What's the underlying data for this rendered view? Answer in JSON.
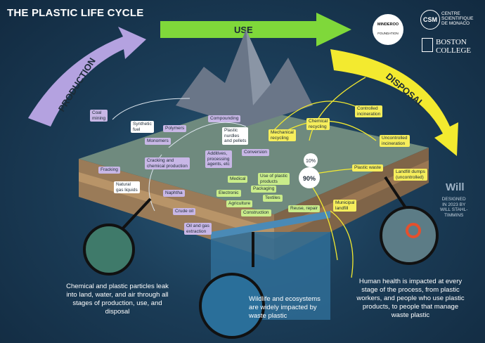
{
  "title": "THE PLASTIC LIFE CYCLE",
  "stages": {
    "production": "PRODUCTION",
    "use": "USE",
    "disposal": "DISPOSAL"
  },
  "production_labels": {
    "coal_mining": "Coal\nmining",
    "synthetic_fuel": "Synthetic\nfuel",
    "polymers": "Polymers",
    "monomers": "Monomers",
    "compounding": "Compounding",
    "additives": "Additives,\nprocessing\nagents, etc",
    "cracking": "Cracking and\nchemical production",
    "fracking": "Fracking",
    "natural_gas": "Natural\ngas liquids",
    "naphtha": "Naphtha",
    "crude_oil": "Crude oil",
    "oil_gas": "Oil and gas\nextraction",
    "nurdles": "Plastic\nnurdles\nand pellets"
  },
  "use_labels": {
    "conversion": "Conversion",
    "medical": "Medical",
    "use_of_plastic": "Use of plastic\nproducts",
    "electronic": "Electronic",
    "packaging": "Packaging",
    "textiles": "Textiles",
    "agriculture": "Agriculture",
    "construction": "Construction",
    "reuse": "Reuse, repair"
  },
  "disposal_labels": {
    "mechanical": "Mechanical\nrecycling",
    "chemical": "Chemical\nrecycling",
    "controlled": "Controlled\nincineration",
    "uncontrolled": "Uncontrolled\nincineration",
    "plastic_waste": "Plastic waste",
    "landfill_dumps": "Landfill dumps\n(uncontrolled)",
    "municipal": "Municipal\nlandfill",
    "pct_10": "10%",
    "pct_90": "90%"
  },
  "captions": {
    "left": "Chemical and plastic particles leak\ninto land, water, and air through all\nstages of production, use, and\ndisposal",
    "middle": "Wildlife and ecosystems\nare widely impacted by\nwaste plastic",
    "right": "Human health is impacted at every\nstage of the process, from plastic\nworkers, and people who use plastic\nproducts, to people that manage\nwaste plastic"
  },
  "brands": {
    "minderoo_top": "MINDEROO",
    "minderoo_bottom": "FOUNDATION",
    "csm_mark": "CSM",
    "csm_text": "CENTRE\nSCIENTIFIQUE\nDE MONACO",
    "boston": "BOSTON\nCOLLEGE",
    "will_mark": "Will",
    "designed": "DESIGNED\nIN 2023 BY\nWILL STAHL-\nTIMMINS"
  },
  "colors": {
    "production": "#b4a2e0",
    "use": "#7fd83a",
    "disposal": "#f3ea2f",
    "background": "#1b3d58"
  }
}
